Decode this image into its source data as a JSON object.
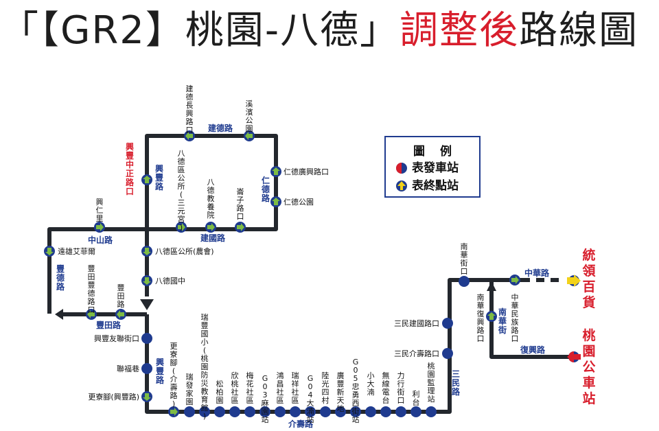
{
  "title": {
    "prefix": "「【GR2】桃園-八德」",
    "highlight": "調整後",
    "suffix": "路線圖"
  },
  "colors": {
    "route_line": "#23272d",
    "stop_fill": "#1f3b8f",
    "arrow_fill": "#7dbb44",
    "road_label": "#1f3b8f",
    "accent_red": "#d81e2c",
    "arrow_yellow": "#f2d21a"
  },
  "legend": {
    "title": "圖例",
    "departure_label": "表發車站",
    "terminal_label": "表終點站"
  },
  "terminals": {
    "top": "統領百貨",
    "bottom": "桃園公車站"
  },
  "roads": {
    "jiande": "建德路",
    "renxing": "仁德路",
    "xingfeng": "興豐路",
    "zhongshan": "中山路",
    "jianguo": "建國路",
    "fengde": "豐德路",
    "fengtian": "豐田路",
    "xingfeng_lower": "興豐路",
    "jieshou": "介壽路",
    "sanmin": "三民路",
    "nanhua": "南華街",
    "zhonghua": "中華路",
    "fuxing": "復興路",
    "xingfeng_zhongzheng": "興豐中正路口"
  },
  "stops": {
    "jiande_changxing": "建德長興路口",
    "xibin_park": "溪濱公園",
    "renxing_guangxing": "仁德廣興路口",
    "renxing_park": "仁德公園",
    "bade_office_sanyuan": "八德區公所(三元宮)",
    "bade_education": "八德教養院",
    "qizi": "崙子路口",
    "xingren": "興仁里",
    "yuanxiong": "遠雄艾菲爾",
    "bade_office_farm": "八德區公所(農會)",
    "bade_junior": "八德國中",
    "fengtian_fengde": "豐田豐德路口",
    "fengtian": "豐田路",
    "xingfeng_youlian": "興豐友聯街口",
    "lianfu": "聯福巷",
    "gengliao_xingfeng": "更寮腳(興豐路)",
    "gengliao_jieshou": "更寮腳(介壽路)",
    "ruifa": "瑞發家園",
    "ruifeng": "瑞豐國小(桃園防災教育館)",
    "songbo": "松柏園",
    "xintao": "欣桃社區",
    "meihua": "梅花社區",
    "g03": "G03麻園站",
    "hongchang": "鴻昌社區",
    "ruixiang": "瑞祥社區",
    "g04": "G04大湳站",
    "luguang": "陸光四村",
    "guangfeng": "廣豐新天地",
    "g05": "G05忠勇西街站",
    "xiaodanan": "小大湳",
    "wuxian": "無線電台",
    "lixing": "力行街口",
    "litai": "利台",
    "prison": "桃園監理站",
    "sanmin_jianguo": "三民建國路口",
    "sanmin_jieshou": "三民介壽路口",
    "nanhua_top": "南華街口",
    "nanhua_fuxing": "南華復興路口",
    "zhonghua_minzu": "中華民族路口"
  }
}
